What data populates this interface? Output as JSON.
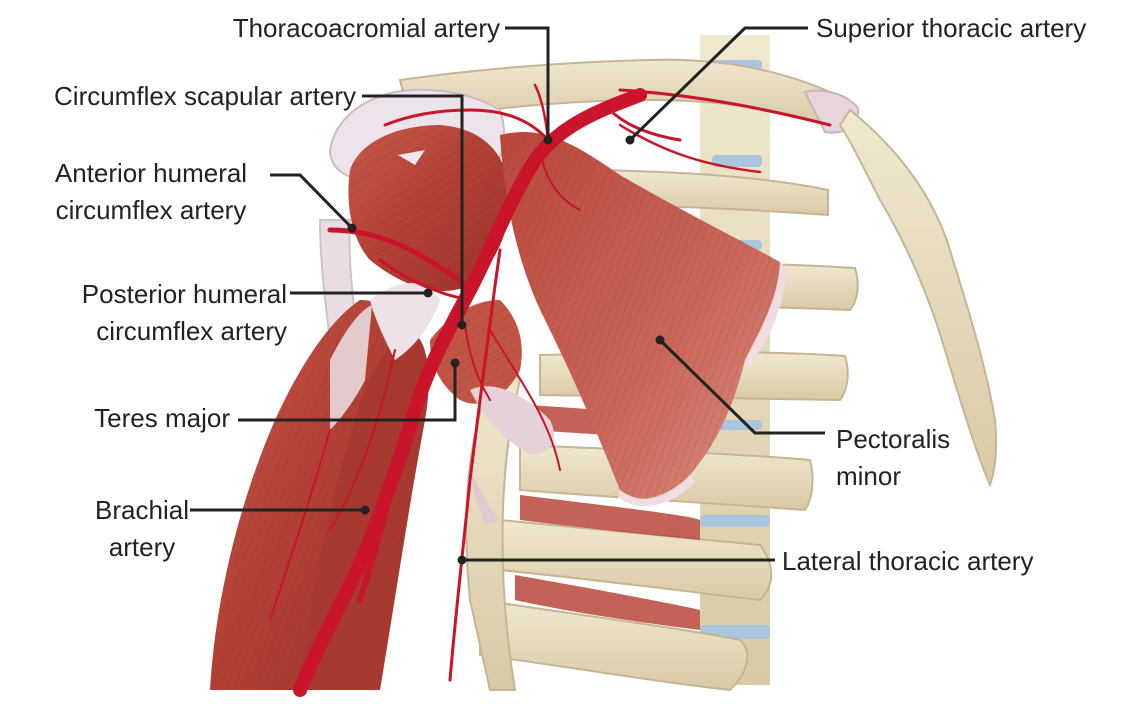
{
  "colors": {
    "background": "#ffffff",
    "muscle": "#b6483c",
    "muscle_light": "#d7897a",
    "bone": "#e8dcc0",
    "bone_shade": "#cdbf9f",
    "artery": "#c9142a",
    "cartilage": "#f0e6ea",
    "disc": "#a9c6de",
    "leader": "#222222",
    "text": "#222222"
  },
  "labels": {
    "thoracoacromial": "Thoracoacromial artery",
    "superior_thoracic": "Superior thoracic artery",
    "circumflex_scapular": "Circumflex scapular artery",
    "anterior_humeral": [
      "Anterior humeral",
      "circumflex artery"
    ],
    "posterior_humeral": [
      "Posterior humeral",
      "circumflex artery"
    ],
    "teres_major": "Teres major",
    "brachial": [
      "Brachial",
      "artery"
    ],
    "pectoralis_minor": [
      "Pectoralis",
      "minor"
    ],
    "lateral_thoracic": "Lateral thoracic artery"
  }
}
